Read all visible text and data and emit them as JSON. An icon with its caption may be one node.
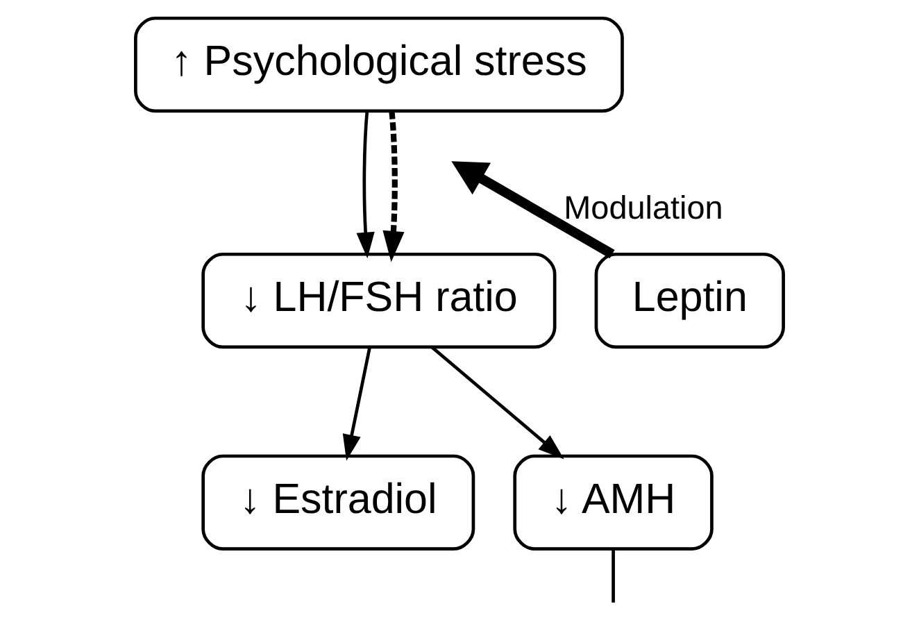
{
  "diagram": {
    "nodes": [
      {
        "text": [
          "↑ Psychological stress"
        ]
      },
      {
        "text": [
          "↓ LH/FSH ratio"
        ]
      },
      {
        "text": [
          "Leptin"
        ]
      },
      {
        "text": [
          "↓ Estradiol"
        ]
      },
      {
        "text": [
          "↓ AMH"
        ]
      }
    ],
    "edges": [
      {
        "from": 0,
        "to": 1,
        "arrow": "to"
      },
      {
        "from": 0,
        "to": 1,
        "arrow": "to",
        "style": "dashed"
      },
      {
        "from": 2,
        "to": null,
        "arrow": "to",
        "label": "Modulation",
        "style": "thick"
      },
      {
        "from": 1,
        "to": 3,
        "arrow": "to"
      },
      {
        "from": 1,
        "to": 4,
        "arrow": "to"
      },
      {
        "from": 4,
        "to": null,
        "arrow": "none"
      }
    ]
  }
}
